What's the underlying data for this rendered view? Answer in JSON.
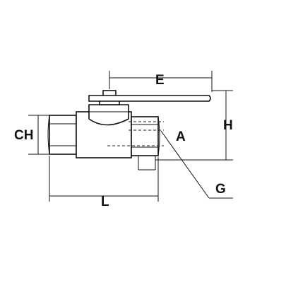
{
  "diagram": {
    "labels": {
      "E": "E",
      "H": "H",
      "CH": "CH",
      "A": "A",
      "G": "G",
      "L": "L"
    },
    "colors": {
      "line": "#111111",
      "background": "#ffffff"
    }
  }
}
